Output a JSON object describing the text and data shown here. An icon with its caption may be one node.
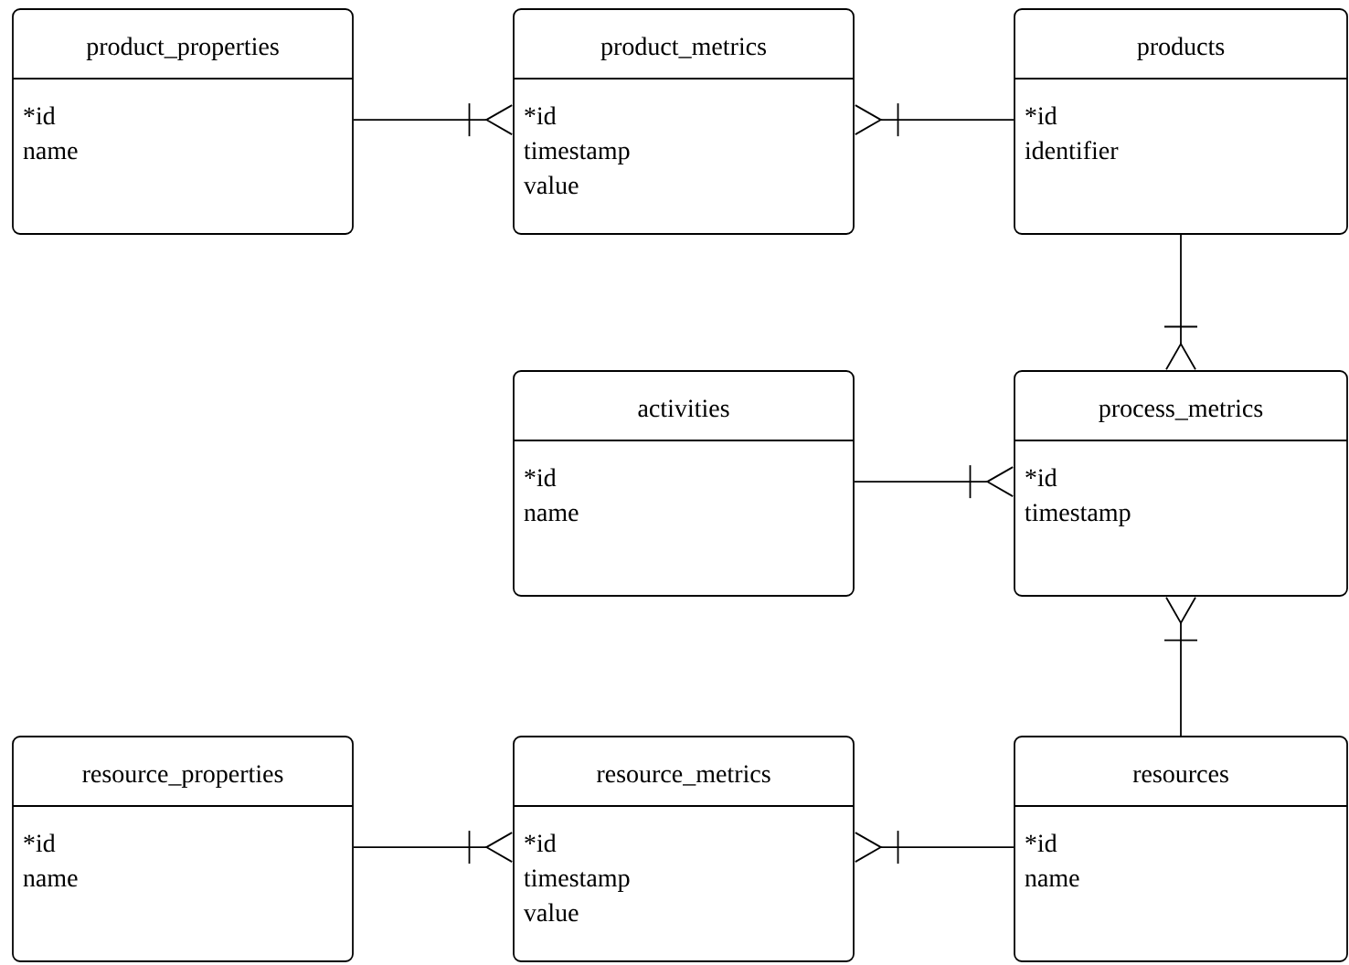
{
  "diagram": {
    "nodes": [
      {
        "text": [
          "product_properties",
          "*id",
          "name"
        ]
      },
      {
        "text": [
          "product_metrics",
          "*id",
          "timestamp",
          "value"
        ]
      },
      {
        "text": [
          "products",
          "*id",
          "identifier"
        ]
      },
      {
        "text": [
          "activities",
          "*id",
          "name"
        ]
      },
      {
        "text": [
          "process_metrics",
          "*id",
          "timestamp"
        ]
      },
      {
        "text": [
          "resource_properties",
          "*id",
          "name"
        ]
      },
      {
        "text": [
          "resource_metrics",
          "*id",
          "timestamp",
          "value"
        ]
      },
      {
        "text": [
          "resources",
          "*id",
          "name"
        ]
      }
    ],
    "edges": [
      {
        "from": 0,
        "to": 1,
        "arrow": "other"
      },
      {
        "from": 2,
        "to": 1,
        "arrow": "other"
      },
      {
        "from": 2,
        "to": 4,
        "arrow": "other"
      },
      {
        "from": 3,
        "to": 4,
        "arrow": "other"
      },
      {
        "from": 7,
        "to": 4,
        "arrow": "other"
      },
      {
        "from": 5,
        "to": 6,
        "arrow": "other"
      },
      {
        "from": 7,
        "to": 6,
        "arrow": "other"
      }
    ]
  }
}
